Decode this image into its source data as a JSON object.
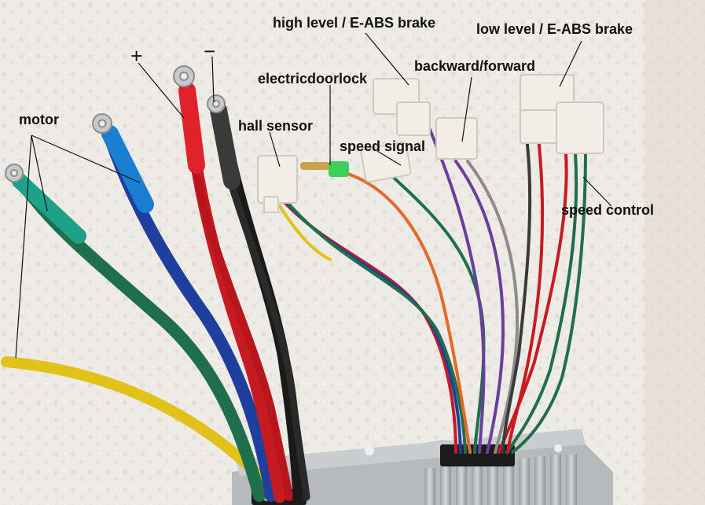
{
  "labels": {
    "plus": "+",
    "minus": "−",
    "motor": "motor",
    "electricdoorlock": "electricdoorlock",
    "hall_sensor": "hall sensor",
    "high_level_brake": "high level / E-ABS brake",
    "low_level_brake": "low level / E-ABS brake",
    "backward_forward": "backward/forward",
    "speed_signal": "speed signal",
    "speed_control": "speed control"
  },
  "colors": {
    "background": "#ece9e4",
    "wire_green": "#1f6e4c",
    "wire_blue": "#1e3f9e",
    "wire_red": "#c81a22",
    "wire_black": "#1a1a1a",
    "wire_yellow": "#e0c21a",
    "wire_orange": "#e36a2a",
    "wire_purple": "#6a3f9a",
    "wire_gray": "#8c8c8c",
    "connector": "#f2eee6",
    "housing": "#b8bcbf"
  }
}
